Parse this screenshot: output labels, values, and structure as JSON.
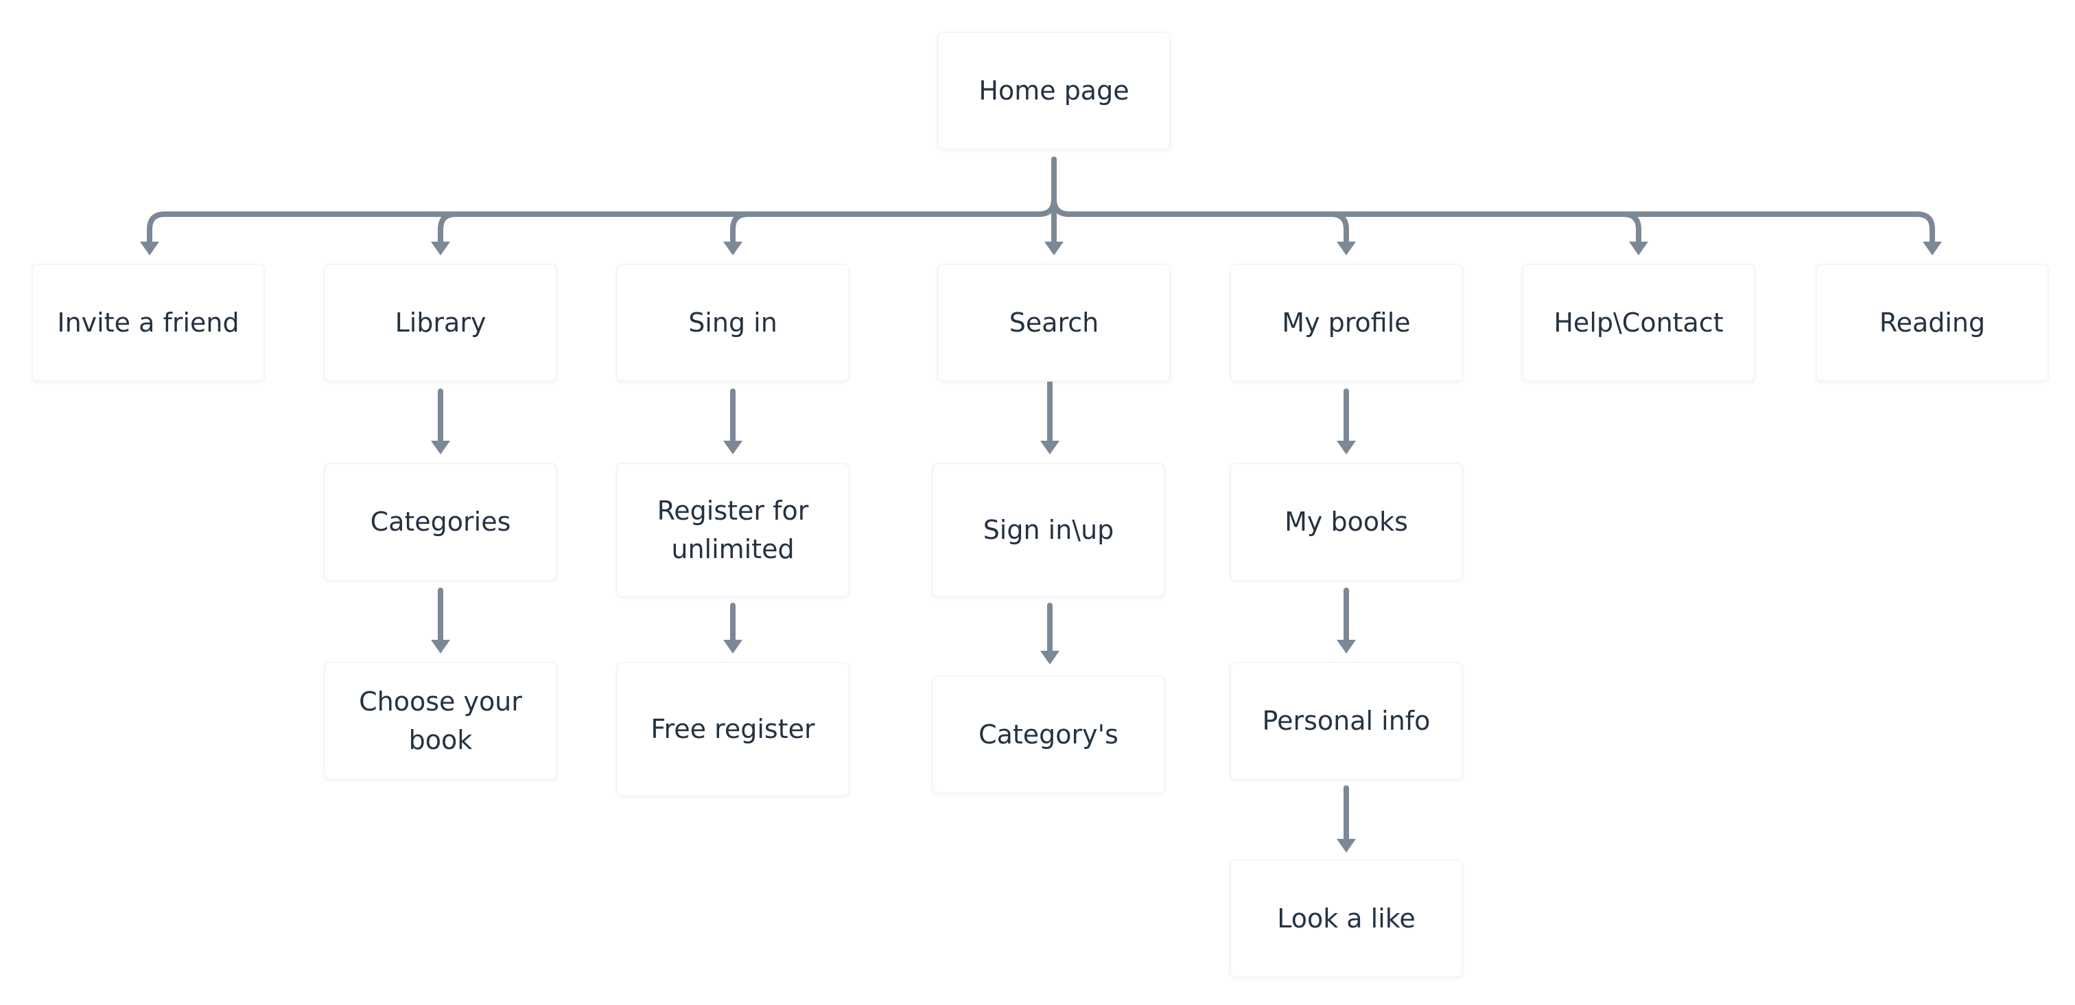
{
  "colors": {
    "connector": "#7b8896",
    "node_text": "#243242",
    "node_border": "#f3f5f7",
    "background": "#ffffff"
  },
  "nodes": {
    "home": "Home page",
    "invite": "Invite a friend",
    "library": "Library",
    "categories": "Categories",
    "choose_book": "Choose your\nbook",
    "sing_in": "Sing in",
    "register_unlimited": "Register  for\nunlimited",
    "free_register": "Free register",
    "search": "Search",
    "sign_in_up": "Sign in\\up",
    "category_s": "Category's",
    "my_profile": "My profile",
    "my_books": "My books",
    "personal_info": "Personal info",
    "look_a_like": "Look a like",
    "help_contact": "Help\\Contact",
    "reading": "Reading"
  }
}
